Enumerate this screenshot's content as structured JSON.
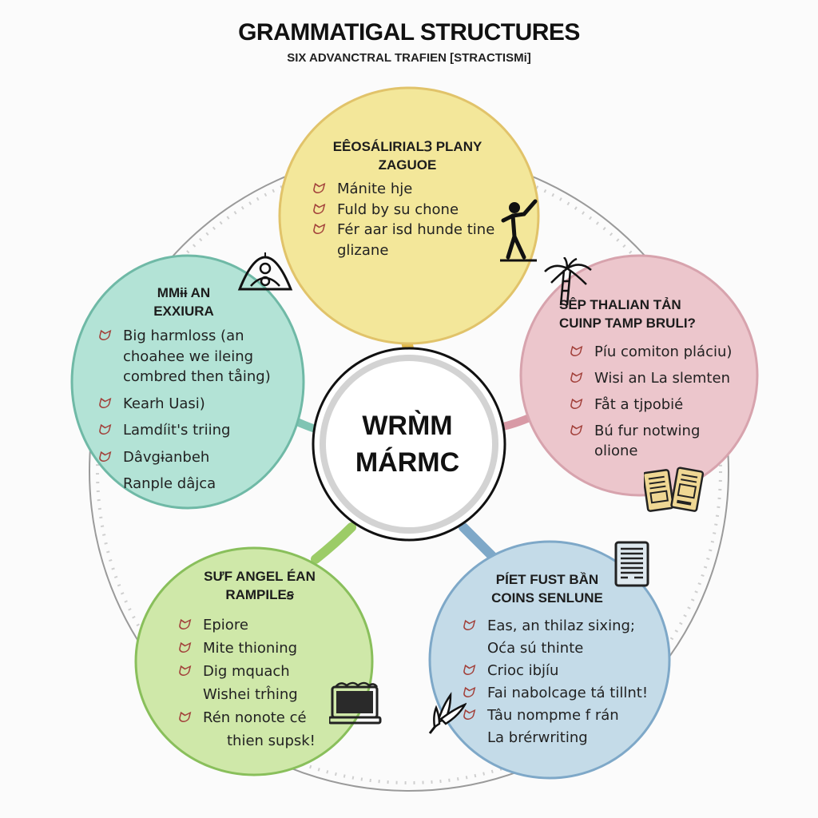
{
  "header": {
    "title": "GRAMMATIGAL STRUCTURES",
    "subtitle": "SIX ADVANCTRAL TRAFIEN [STRACTISMi]"
  },
  "center": {
    "line1": "WRM̀M",
    "line2": "MÁRMC"
  },
  "bubbles": [
    {
      "id": "top",
      "color": "#f3e79a",
      "title": [
        "EÊOSÁLIRIALꞫ PLANY",
        "ZAGUOE"
      ],
      "items": [
        {
          "text": "Mánite hje",
          "check": true
        },
        {
          "text": "Fuld by su chone",
          "check": true
        },
        {
          "text": "Fér aar isd hunde tine",
          "check": true
        },
        {
          "text": "glizane",
          "check": false
        }
      ],
      "icon": "dancing-person-icon"
    },
    {
      "id": "left",
      "color": "#b3e3d6",
      "title": [
        "MMɨɨ AN",
        "EXXIURA"
      ],
      "items": [
        {
          "text": "Big harmloss (an",
          "check": true
        },
        {
          "text": "choahee we ileing",
          "check": false
        },
        {
          "text": "combred then tåing)",
          "check": false
        },
        {
          "text": "Kearh Uasi)",
          "check": true
        },
        {
          "text": "Lamdíit's triing",
          "check": true
        },
        {
          "text": "Dâvgɨanbeh",
          "check": true
        },
        {
          "text": "Ranple dâjca",
          "check": false
        }
      ],
      "icon": "tent-people-icon"
    },
    {
      "id": "right",
      "color": "#ecc6cc",
      "title": [
        "SÊP THALIAN TẢN",
        "CUINP TAMP BRULI?"
      ],
      "items": [
        {
          "text": "Píu comiton pláciu)",
          "check": true
        },
        {
          "text": "Wisi an La slemten",
          "check": true
        },
        {
          "text": "Fåt a tjpobié",
          "check": true
        },
        {
          "text": "Bú fur notwing",
          "check": true
        },
        {
          "text": "olione",
          "check": false
        }
      ],
      "icon": "palm-tree-icon",
      "icon2": "documents-icon"
    },
    {
      "id": "bottom-left",
      "color": "#cfe8a9",
      "title": [
        "SƯF ANGEL ÉAN",
        "RAMPILEꞩ"
      ],
      "items": [
        {
          "text": "Epiore",
          "check": true
        },
        {
          "text": "Mite thioning",
          "check": true
        },
        {
          "text": "Dig mquach",
          "check": true
        },
        {
          "text": "Wishei trĥing",
          "check": false
        },
        {
          "text": "Rén nonote cé",
          "check": true
        },
        {
          "text": "thien supsk!",
          "check": false
        }
      ],
      "icon": "laptop-icon"
    },
    {
      "id": "bottom-right",
      "color": "#c4dbe8",
      "title": [
        "PÍET FUST BẦN",
        "COINS SENLUNE"
      ],
      "items": [
        {
          "text": "Eas, an thilaz sixing;",
          "check": true
        },
        {
          "text": "Oća sú thinte",
          "check": false
        },
        {
          "text": "Crioc ibjíu",
          "check": true
        },
        {
          "text": "Fai nabolcage tá tillnt!",
          "check": true
        },
        {
          "text": "Tâu nompme f rán",
          "check": true
        },
        {
          "text": "La brérwriting",
          "check": false
        }
      ],
      "icon": "document-icon",
      "icon2": "quill-icon"
    }
  ],
  "check_glyph": "ᗢ",
  "check_color": "#a2403a"
}
